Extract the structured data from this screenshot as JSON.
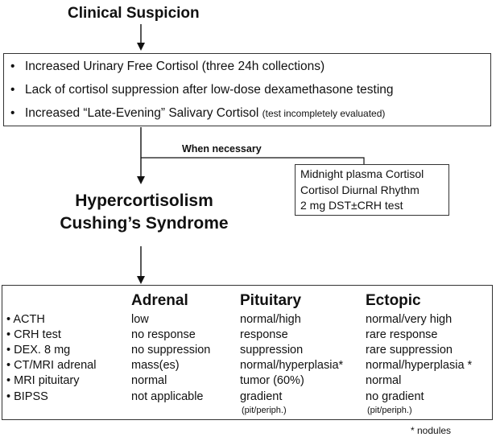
{
  "top_title": "Clinical Suspicion",
  "tests_box": {
    "items": [
      {
        "text": "Increased Urinary Free Cortisol (three 24h collections)",
        "note": ""
      },
      {
        "text": "Lack of cortisol suppression after low-dose dexamethasone testing",
        "note": ""
      },
      {
        "text": "Increased “Late-Evening” Salivary Cortisol",
        "note": "(test incompletely evaluated)"
      }
    ]
  },
  "branch_label": "When necessary",
  "extra_box": {
    "lines": [
      "Midnight plasma Cortisol",
      "Cortisol Diurnal Rhythm",
      "2 mg DST±CRH test"
    ]
  },
  "diagnosis": {
    "line1": "Hypercortisolism",
    "line2": "Cushing’s Syndrome"
  },
  "table": {
    "columns": [
      "Adrenal",
      "Pituitary",
      "Ectopic"
    ],
    "rows": [
      {
        "label": "ACTH",
        "adrenal": "low",
        "pituitary": "normal/high",
        "ectopic": "normal/very high"
      },
      {
        "label": "CRH test",
        "adrenal": "no response",
        "pituitary": "response",
        "ectopic": "rare response"
      },
      {
        "label": "DEX. 8  mg",
        "adrenal": "no suppression",
        "pituitary": "suppression",
        "ectopic": "rare suppression"
      },
      {
        "label": "CT/MRI adrenal",
        "adrenal": "mass(es)",
        "pituitary": "normal/hyperplasia*",
        "ectopic": "normal/hyperplasia *"
      },
      {
        "label": "MRI pituitary",
        "adrenal": "normal",
        "pituitary": "tumor (60%)",
        "ectopic": "normal"
      },
      {
        "label": "BIPSS",
        "adrenal": "not applicable",
        "pituitary": "gradient",
        "ectopic": "no gradient"
      }
    ],
    "bipss_note_pituitary": "(pit/periph.)",
    "bipss_note_ectopic": "(pit/periph.)"
  },
  "footnote": "* nodules"
}
